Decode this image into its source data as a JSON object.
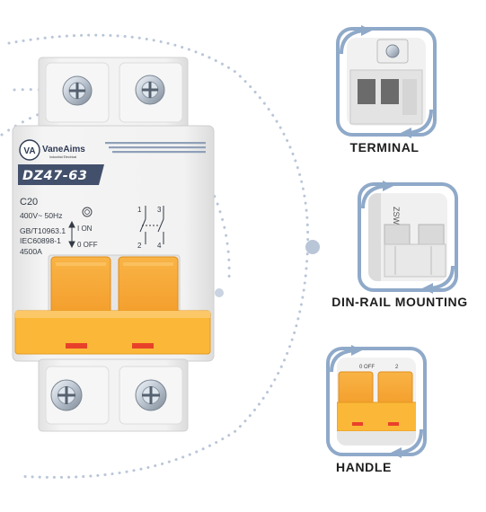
{
  "product": {
    "brand": "VaneAims",
    "brand_sub": "Industrial Electrical",
    "brand_logo": "VA",
    "model": "DZ47-63",
    "rating": "C20",
    "voltage": "400V~ 50Hz",
    "standard_1": "GB/T10963.1",
    "standard_2": "IEC60898-1",
    "breaking_capacity": "4500A",
    "on_label": "I ON",
    "off_label": "0 OFF",
    "terminal_numbers": [
      "1",
      "3",
      "2",
      "4"
    ]
  },
  "features": [
    {
      "label": "TERMINAL",
      "icon": "terminal-closeup-icon"
    },
    {
      "label": "DIN-RAIL MOUNTING",
      "icon": "din-rail-closeup-icon",
      "closeup_text": "ZSW"
    },
    {
      "label": "HANDLE",
      "icon": "handle-closeup-icon",
      "closeup_text": "0 OFF",
      "closeup_number": "2"
    }
  ],
  "colors": {
    "accent_blue": "#8fa9c9",
    "handle_orange": "#f7a93a",
    "handle_yellow": "#fbb838",
    "dots": "#b9c6d8",
    "body_white": "#efefef"
  }
}
